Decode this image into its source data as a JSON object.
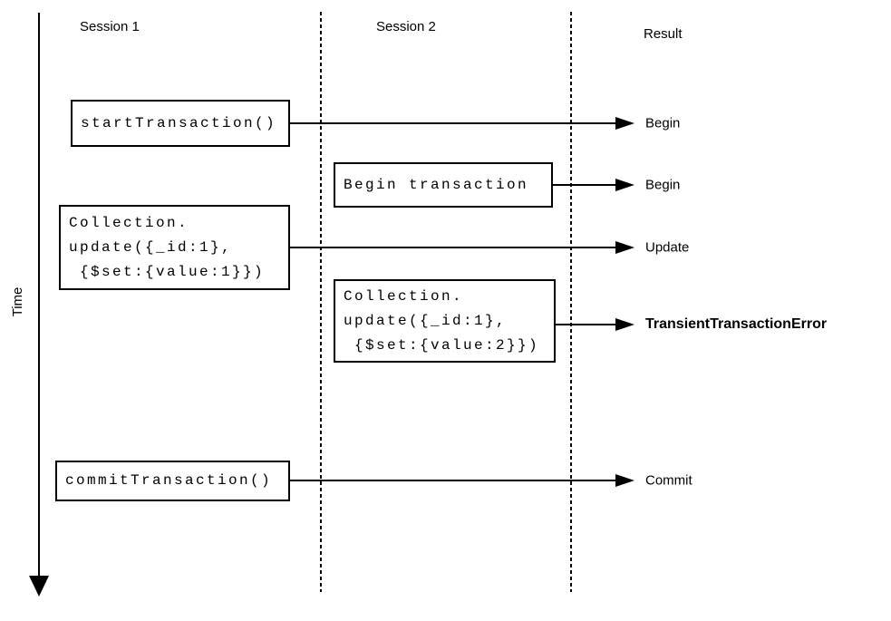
{
  "diagram": {
    "time_axis": {
      "label": "Time"
    },
    "headers": {
      "session1": "Session 1",
      "session2": "Session 2",
      "result": "Result"
    },
    "events": [
      {
        "session": "Session 1",
        "code": "startTransaction()",
        "result": "Begin",
        "result_emphasis": "normal"
      },
      {
        "session": "Session 2",
        "code": "Begin transaction",
        "result": "Begin",
        "result_emphasis": "normal"
      },
      {
        "session": "Session 1",
        "code": "Collection.\nupdate({_id:1},\n {$set:{value:1}})",
        "result": "Update",
        "result_emphasis": "normal"
      },
      {
        "session": "Session 2",
        "code": "Collection.\nupdate({_id:1},\n {$set:{value:2}})",
        "result": "TransientTransactionError",
        "result_emphasis": "bold"
      },
      {
        "session": "Session 1",
        "code": "commitTransaction()",
        "result": "Commit",
        "result_emphasis": "normal"
      }
    ],
    "colors": {
      "foreground": "#000000",
      "background": "#ffffff"
    }
  }
}
